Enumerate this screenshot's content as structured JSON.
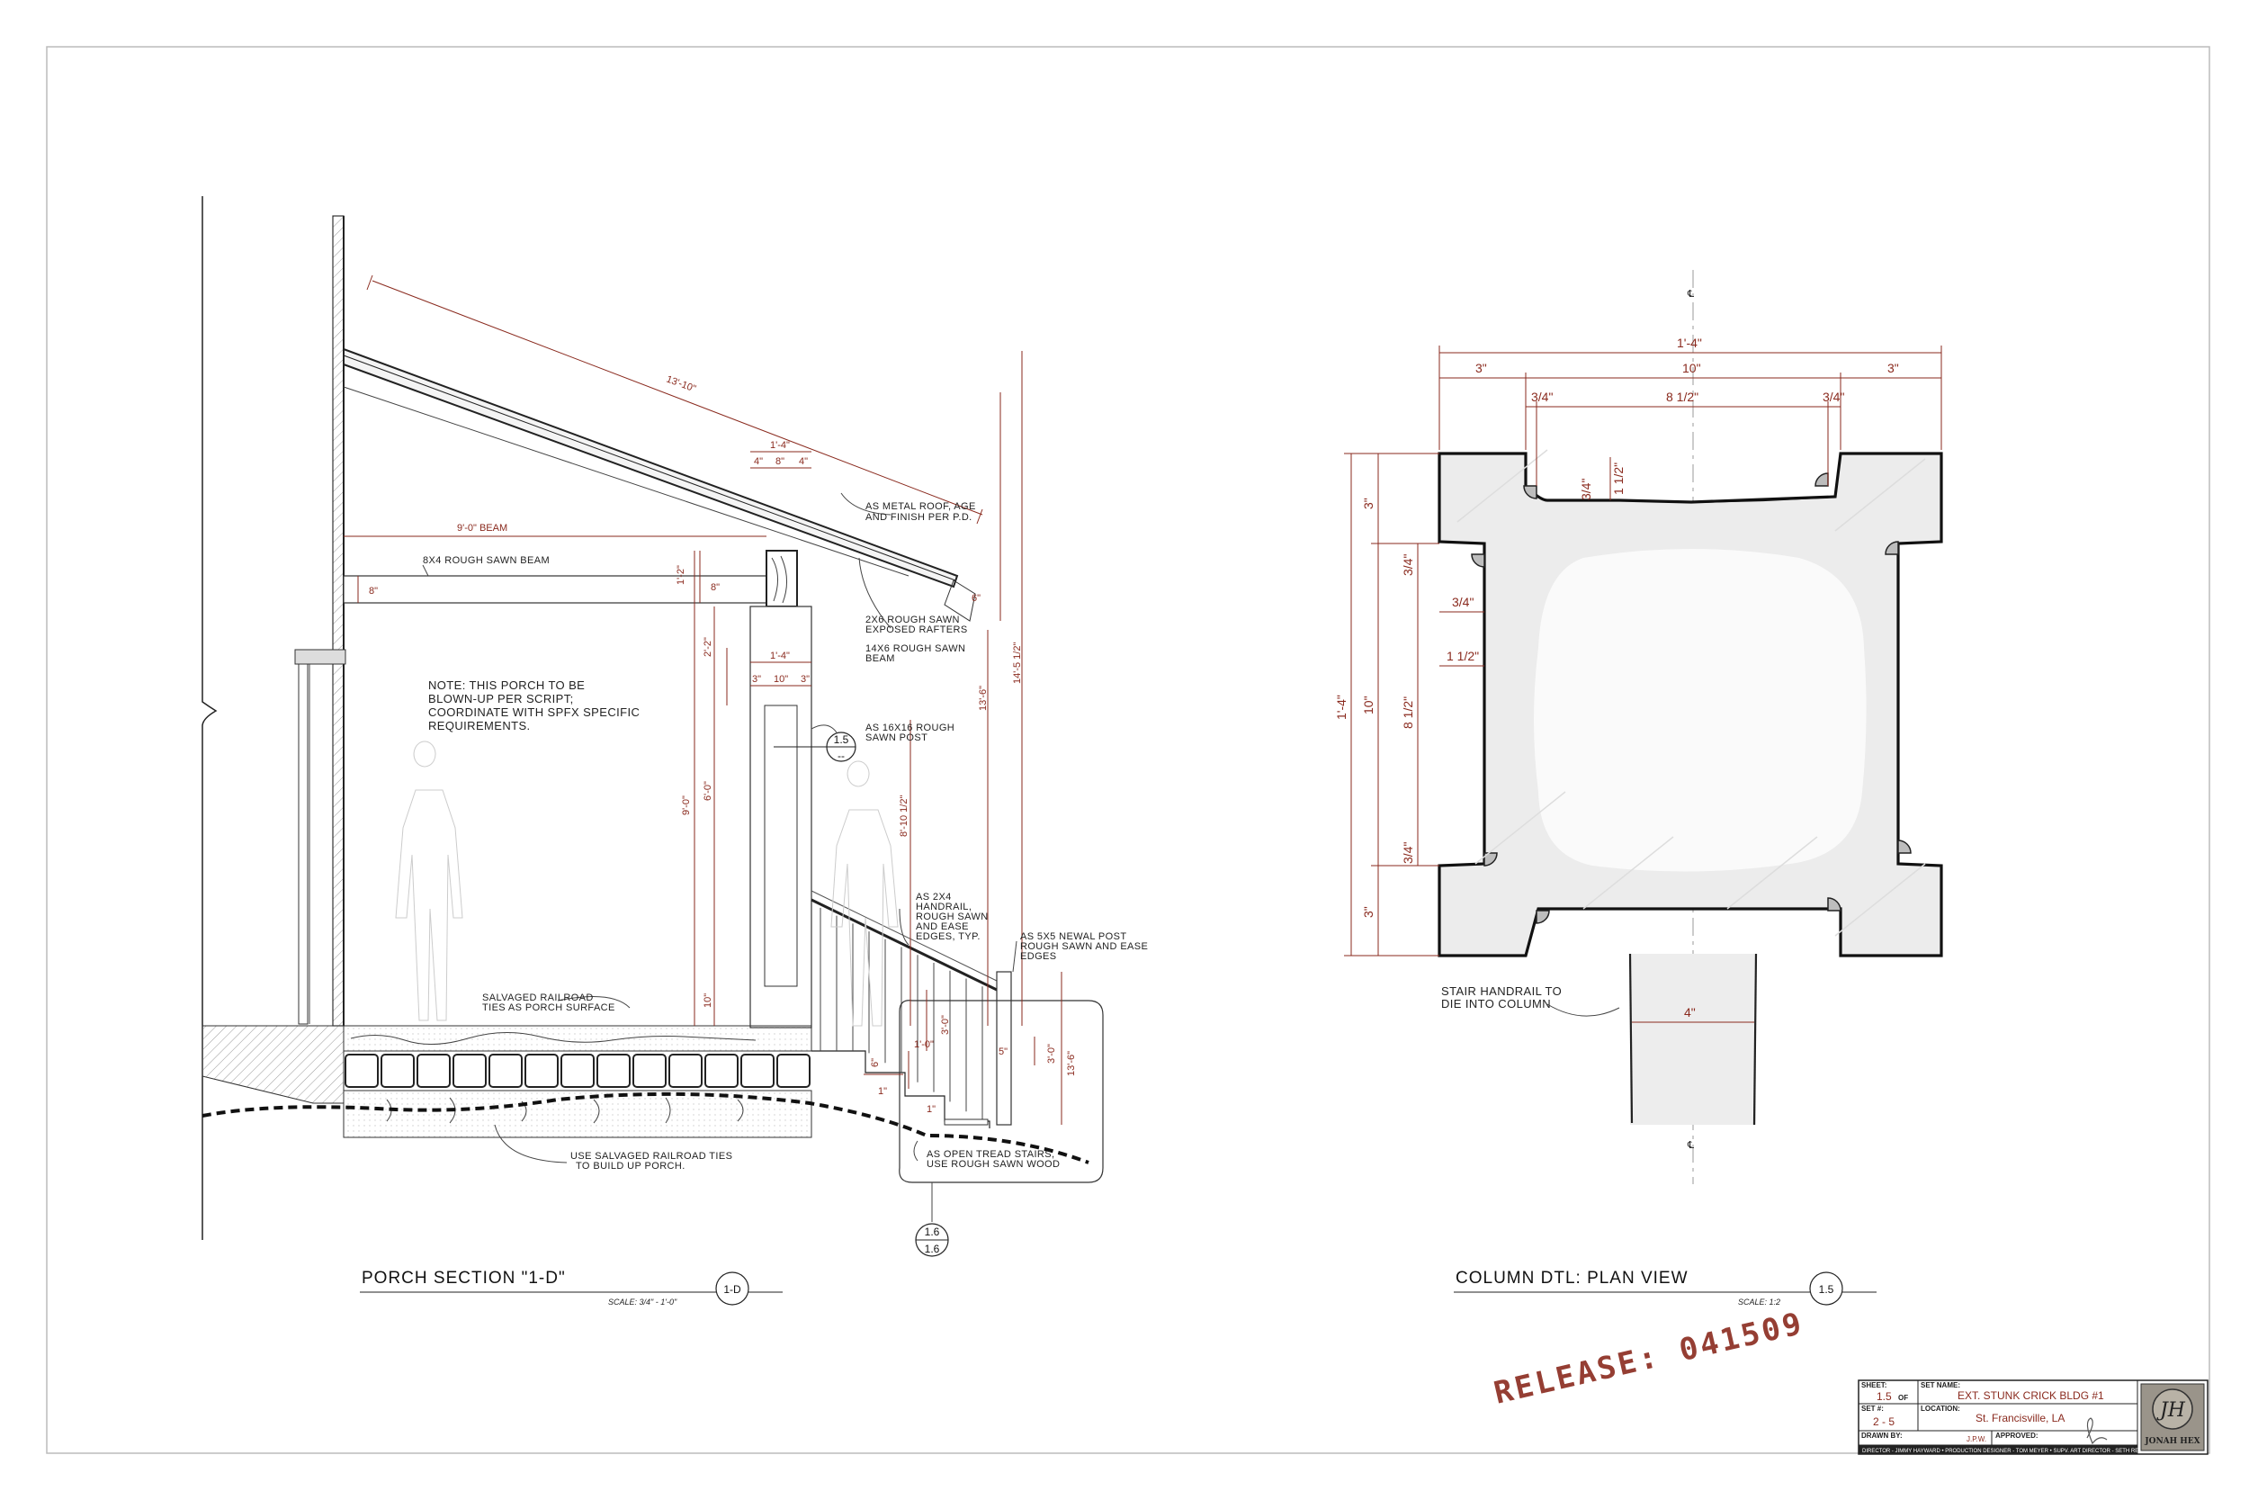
{
  "porch_section": {
    "title": "PORCH SECTION  \"1-D\"",
    "scale": "SCALE: 3/4\" - 1'-0\"",
    "bubble": "1-D",
    "main_note": [
      "NOTE: THIS PORCH TO BE",
      "BLOWN-UP PER SCRIPT;",
      "COORDINATE WITH SPFX SPECIFIC",
      "REQUIREMENTS."
    ],
    "callouts": {
      "metal_roof": [
        "AS METAL ROOF, AGE",
        "AND FINISH PER P.D."
      ],
      "beam_8x4": "8X4 ROUGH SAWN BEAM",
      "rafters": [
        "2X6 ROUGH SAWN",
        "EXPOSED RAFTERS"
      ],
      "beam_14x6": [
        "14X6 ROUGH SAWN",
        "BEAM"
      ],
      "post": [
        "AS 16X16 ROUGH",
        "SAWN POST"
      ],
      "handrail": [
        "AS 2X4",
        "HANDRAIL,",
        "ROUGH SAWN",
        "AND EASE",
        "EDGES, TYP."
      ],
      "newal": [
        "AS 5X5 NEWAL POST",
        "ROUGH SAWN AND EASE",
        "EDGES"
      ],
      "railroad_surface": [
        "SALVAGED RAILROAD",
        "TIES AS PORCH SURFACE"
      ],
      "railroad_build": [
        "USE SALVAGED RAILROAD TIES",
        "TO BUILD UP PORCH."
      ],
      "stairs": [
        "AS OPEN TREAD STAIRS,",
        "USE ROUGH SAWN WOOD"
      ]
    },
    "dims": {
      "rafter_len": "13'-10\"",
      "beam_len": "9'-0\" BEAM",
      "beam_depth": "8\"",
      "post_top": "1'-4\"",
      "post_parts": [
        "4\"",
        "8\"",
        "4\""
      ],
      "beam_block": "8\"",
      "beam_block_gap": "1'-2\"",
      "rafter_end": "6\"",
      "post_cap": "2'-2\"",
      "post_width": "1'-4\"",
      "post_parts2": [
        "3\"",
        "10\"",
        "3\""
      ],
      "post_height": "6'-0\"",
      "wall_height": "9'-0\"",
      "clear_height": "8'-10 1/2\"",
      "total_height": "13'-6\"",
      "overall_height": "14'-5 1/2\"",
      "base": "10\"",
      "stair_run": "1'-0\"",
      "stair_rise": "6\"",
      "stair_1": "1\"",
      "stair_2": "1\"",
      "rail_h": "3'-0\"",
      "rail_gap": "5\"",
      "newal_h1": "3'-0\"",
      "newal_h2": "13'-6\""
    },
    "section_bubble": {
      "top": "1.5",
      "bottom": "--"
    },
    "detail_bubble": {
      "top": "1.6",
      "bottom": "1.6"
    }
  },
  "column_detail": {
    "title": "COLUMN DTL: PLAN VIEW",
    "scale": "SCALE: 1:2",
    "bubble": "1.5",
    "top_dims": {
      "overall": "1'-4\"",
      "left": "3\"",
      "center": "10\"",
      "right": "3\"",
      "a": "3/4\"",
      "b": "8 1/2\"",
      "c": "3/4\""
    },
    "inner_dims": {
      "v1": "3/4\"",
      "v2": "1 1/2\"",
      "h1": "3/4\"",
      "h2": "1 1/2\""
    },
    "left_dims": {
      "overall": "1'-4\"",
      "top": "3\"",
      "center": "10\"",
      "bottom": "3\"",
      "a": "3/4\"",
      "b": "8 1/2\"",
      "c": "3/4\""
    },
    "handrail_note": [
      "STAIR HANDRAIL TO",
      "DIE INTO COLUMN"
    ],
    "handrail_dim": "4\"",
    "centerline": "℄"
  },
  "release": "RELEASE: 041509",
  "title_block": {
    "sheet_label": "SHEET:",
    "sheet_value": "1.5",
    "of_label": "OF",
    "set_label": "SET #:",
    "set_value": "2 - 5",
    "set_name_label": "SET NAME:",
    "set_name_value": "EXT. STUNK CRICK BLDG #1",
    "location_label": "LOCATION:",
    "location_value": "St. Francisville, LA",
    "drawn_label": "DRAWN BY:",
    "drawn_value": "J.P.W.",
    "approved_label": "APPROVED:",
    "credits": "DIRECTOR - JIMMY HAYWARD  •  PRODUCTION DESIGNER - TOM MEYER  •  SUPV. ART DIRECTOR - SETH REED",
    "logo_text": "JONAH HEX",
    "logo_mark": "JH"
  },
  "colors": {
    "dimension": "#8a2a1e",
    "release": "#8a2a1e",
    "ink": "#222222",
    "fill": "#ececec"
  }
}
